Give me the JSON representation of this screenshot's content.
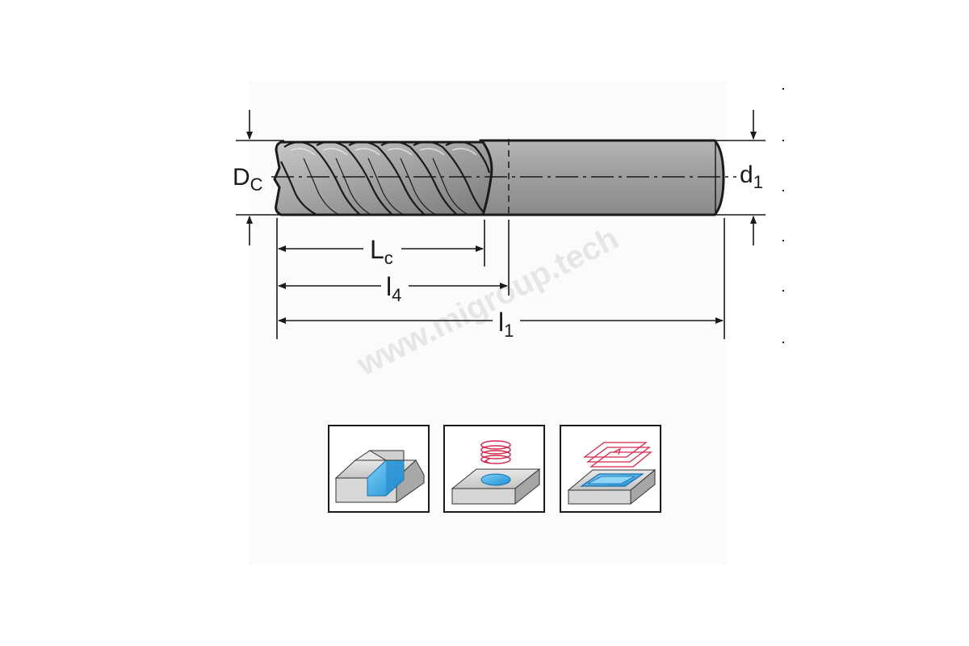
{
  "labels": {
    "dc_main": "D",
    "dc_sub": "C",
    "d1_main": "d",
    "d1_sub": "1",
    "lc_main": "L",
    "lc_sub": "c",
    "l4_main": "l",
    "l4_sub": "4",
    "l1_main": "l",
    "l1_sub": "1"
  },
  "watermark": "www.migroup.tech",
  "icons": [
    {
      "name": "shoulder-milling-icon",
      "accent": "#1e9be0"
    },
    {
      "name": "helical-boring-icon",
      "accent": "#1e9be0",
      "motion": "#d2284b"
    },
    {
      "name": "pocket-milling-icon",
      "accent": "#1e9be0",
      "motion": "#d2284b"
    }
  ],
  "colors": {
    "tool_body": "#9a9a9a",
    "outline": "#1a1a1a",
    "accent_blue": "#1e9be0",
    "motion_red": "#d2284b"
  }
}
